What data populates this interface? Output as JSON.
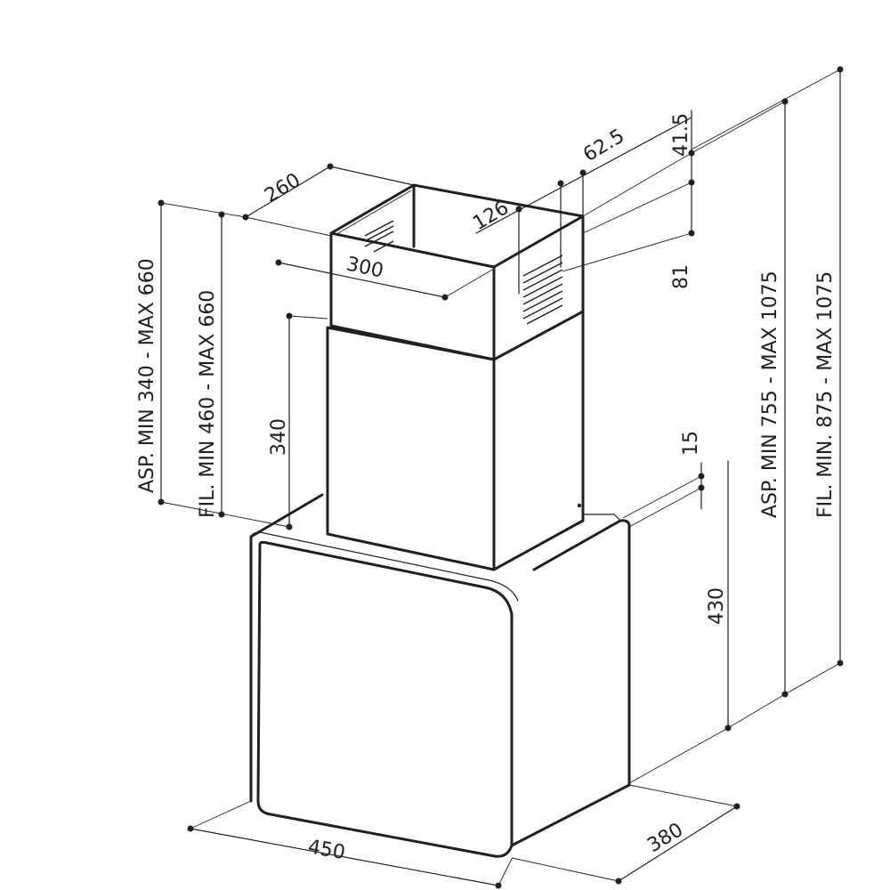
{
  "dimensions": {
    "canopy_width": "450",
    "canopy_depth": "380",
    "canopy_height": "430",
    "canopy_top_offset": "15",
    "chimney_height": "340",
    "chimney_width": "300",
    "chimney_depth": "260",
    "vent_offset_126": "126",
    "vent_offset_62_5": "62.5",
    "vent_offset_41_5": "41.5",
    "vent_height_81": "81"
  },
  "ranges": {
    "chimney_asp": "ASP. MIN 340 - MAX 660",
    "chimney_fil": "FIL. MIN 460 - MAX 660",
    "total_asp": "ASP. MIN 755 - MAX 1075",
    "total_fil": "FIL. MIN. 875 - MAX  1075"
  }
}
